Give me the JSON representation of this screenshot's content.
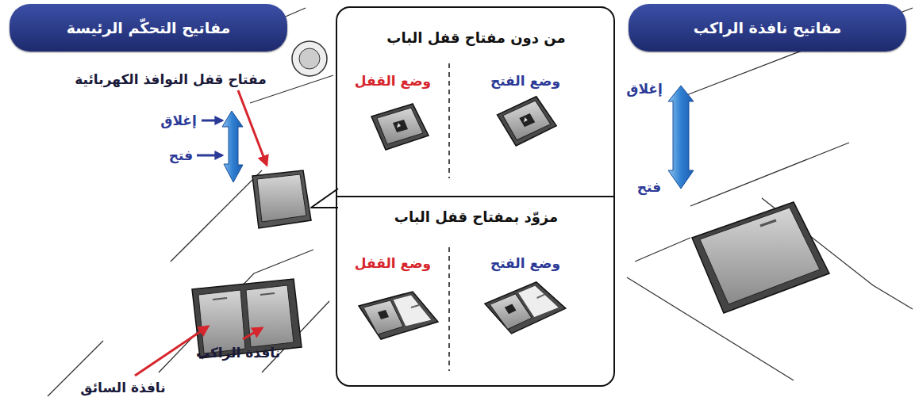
{
  "diagram": {
    "nodes": [
      {
        "text": [
          "مفاتيح نافذة الراكب"
        ]
      },
      {
        "text": [
          "من دون مفتاح قفل الباب",
          "وضع القفل",
          "وضع الفتح",
          "مزوّد بمفتاح قفل الباب",
          "وضع القفل",
          "وضع الفتح"
        ]
      },
      {
        "text": [
          "مفاتيح التحكّم الرئيسة"
        ]
      }
    ],
    "labels": [
      "مفتاح قفل النوافذ الكهربائية",
      "إغلاق",
      "فتح",
      "نافذة الراكب",
      "نافذة السائق",
      "إغلاق",
      "فتح"
    ]
  }
}
